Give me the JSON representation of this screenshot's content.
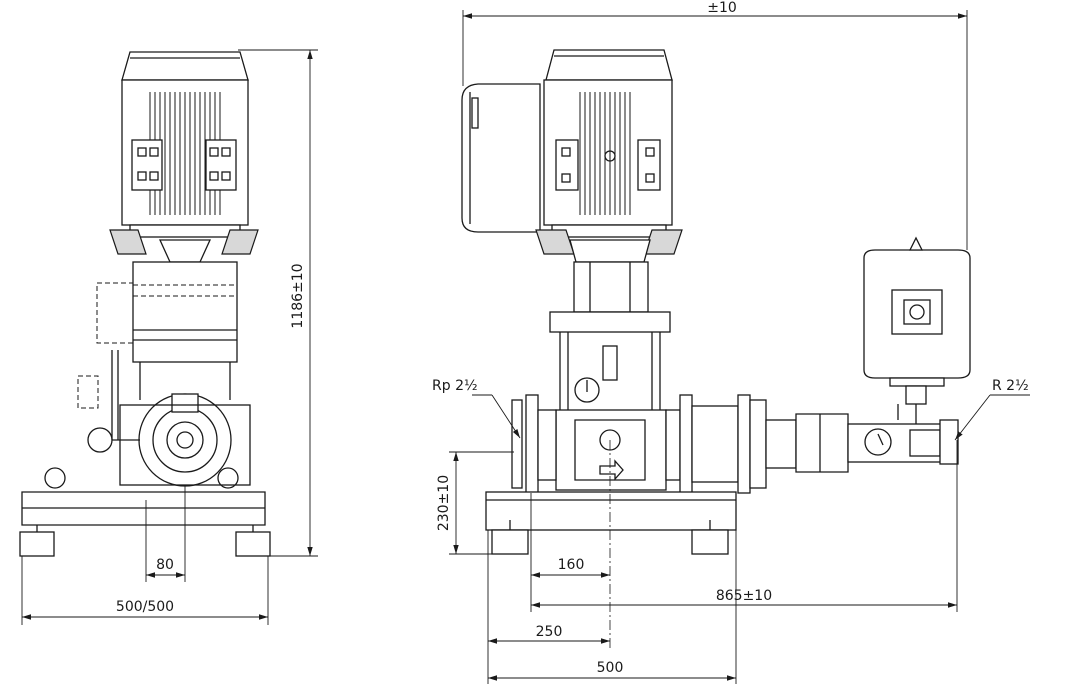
{
  "dimensions": {
    "total_width": "±10",
    "height": "1186±10",
    "left_offset": "80",
    "left_base": "500/500",
    "right_offset_160": "160",
    "right_length": "865±10",
    "right_offset_250": "250",
    "right_base": "500",
    "base_height": "230±10"
  },
  "connections": {
    "inlet": "Rp 2½",
    "outlet": "R 2½"
  },
  "colors": {
    "line": "#1a1a1a",
    "background": "#ffffff"
  }
}
